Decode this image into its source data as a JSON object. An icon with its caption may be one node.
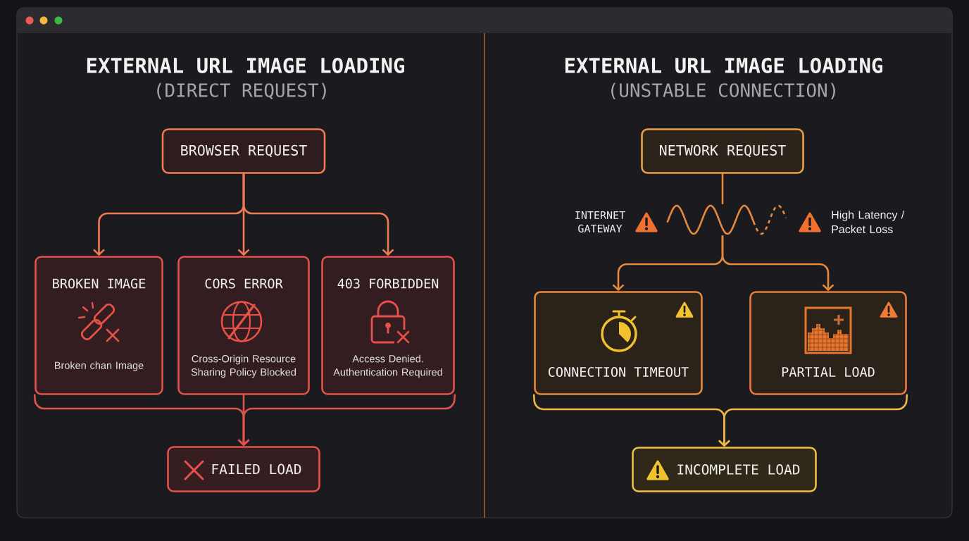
{
  "diagram": {
    "nodes": [
      {
        "text": [
          "BROWSER REQUEST"
        ]
      },
      {
        "text": [
          "BROKEN IMAGE",
          "Broken chan Image"
        ]
      },
      {
        "text": [
          "CORS ERROR",
          "Cross-Origin Resource Sharing Policy Blocked"
        ]
      },
      {
        "text": [
          "403 FORBIDDEN",
          "Access Denied. Authentication Required"
        ]
      },
      {
        "text": [
          "FAILED LOAD"
        ]
      },
      {
        "text": [
          "NETWORK REQUEST"
        ]
      },
      {
        "text": [],
        "shape": "wave",
        "beside": [
          "INTERNET GATEWAY",
          "High Latency / Packet Loss"
        ]
      },
      {
        "text": [
          "CONNECTION TIMEOUT"
        ]
      },
      {
        "text": [
          "PARTIAL LOAD"
        ]
      },
      {
        "text": [
          "INCOMPLETE LOAD"
        ]
      }
    ],
    "edges": [
      {
        "from": 0,
        "to": 1,
        "arrow": "to",
        "color": "#f07b52"
      },
      {
        "from": 0,
        "to": 2,
        "arrow": "to",
        "color": "#f07b52"
      },
      {
        "from": 0,
        "to": 3,
        "arrow": "to",
        "color": "#f07b52"
      },
      {
        "from": 1,
        "to": 4,
        "arrow": "to",
        "color": "#e2524c"
      },
      {
        "from": 2,
        "to": 4,
        "arrow": "to",
        "color": "#e2524c"
      },
      {
        "from": 3,
        "to": 4,
        "arrow": "to",
        "color": "#e2524c"
      },
      {
        "from": 5,
        "to": 6,
        "arrow": "none"
      },
      {
        "from": 6,
        "to": 7,
        "arrow": "to"
      },
      {
        "from": 6,
        "to": 8,
        "arrow": "to"
      },
      {
        "from": 7,
        "to": 9,
        "arrow": "to",
        "color": "#f0b545"
      },
      {
        "from": 8,
        "to": 9,
        "arrow": "to",
        "color": "#f0b545"
      }
    ],
    "labels": [
      "EXTERNAL URL IMAGE LOADING",
      "(DIRECT REQUEST)",
      "EXTERNAL URL IMAGE LOADING",
      "(UNSTABLE CONNECTION)"
    ]
  }
}
